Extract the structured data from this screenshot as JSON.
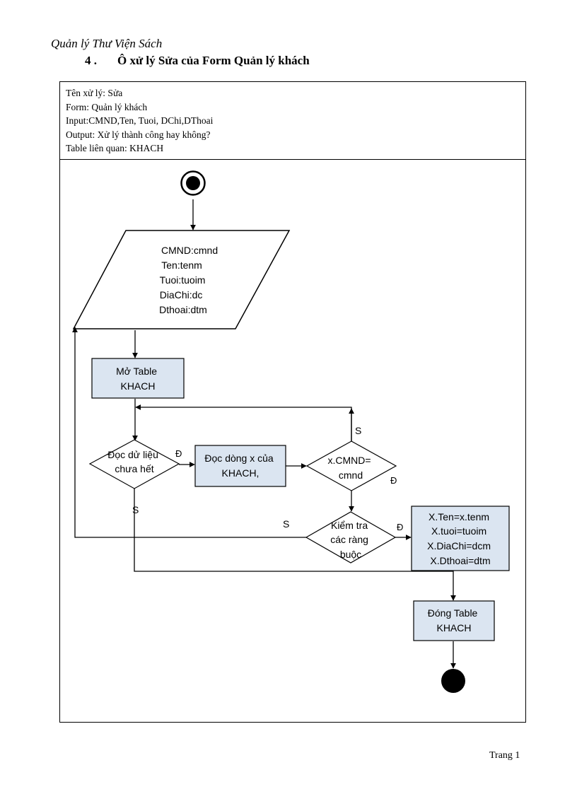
{
  "header": {
    "doc_title": "Quản lý Thư Viện Sách"
  },
  "section": {
    "number": "4 .",
    "title": "Ô xử lý Sửa của Form Quản lý khách"
  },
  "info": {
    "line1": "Tên xử lý:  Sửa",
    "line2": "Form:  Quản lý khách",
    "line3": "Input:CMND,Ten,  Tuoi,  DChi,DThoai",
    "line4": "Output:  Xử lý thành  công hay không?",
    "line5": "Table liên  quan:  KHACH"
  },
  "flowchart": {
    "input_lines": [
      "CMND:cmnd",
      "Ten:tenm",
      "Tuoi:tuoim",
      "DiaChi:dc",
      "Dthoai:dtm"
    ],
    "open_table": [
      "Mở Table",
      "KHACH"
    ],
    "check_data": [
      "Đọc dử liệu",
      "chưa hết"
    ],
    "read_row": [
      "Đọc dòng x của",
      "KHACH,"
    ],
    "compare": [
      "x.CMND=",
      "cmnd"
    ],
    "validate": [
      "Kiểm tra",
      "các ràng",
      "buộc"
    ],
    "update_lines": [
      "X.Ten=x.tenm",
      "X.tuoi=tuoim",
      "X.DiaChi=dcm",
      "X.Dthoai=dtm"
    ],
    "close_table": [
      "Đóng Table",
      "KHACH"
    ],
    "labels": {
      "yes_check": "Đ",
      "no_check": "S",
      "no_compare": "S",
      "yes_compare": "Đ",
      "no_validate": "S",
      "yes_validate": "Đ"
    },
    "colors": {
      "box_fill": "#dbe5f1",
      "line": "#000000"
    }
  },
  "footer": {
    "page": "Trang 1"
  }
}
